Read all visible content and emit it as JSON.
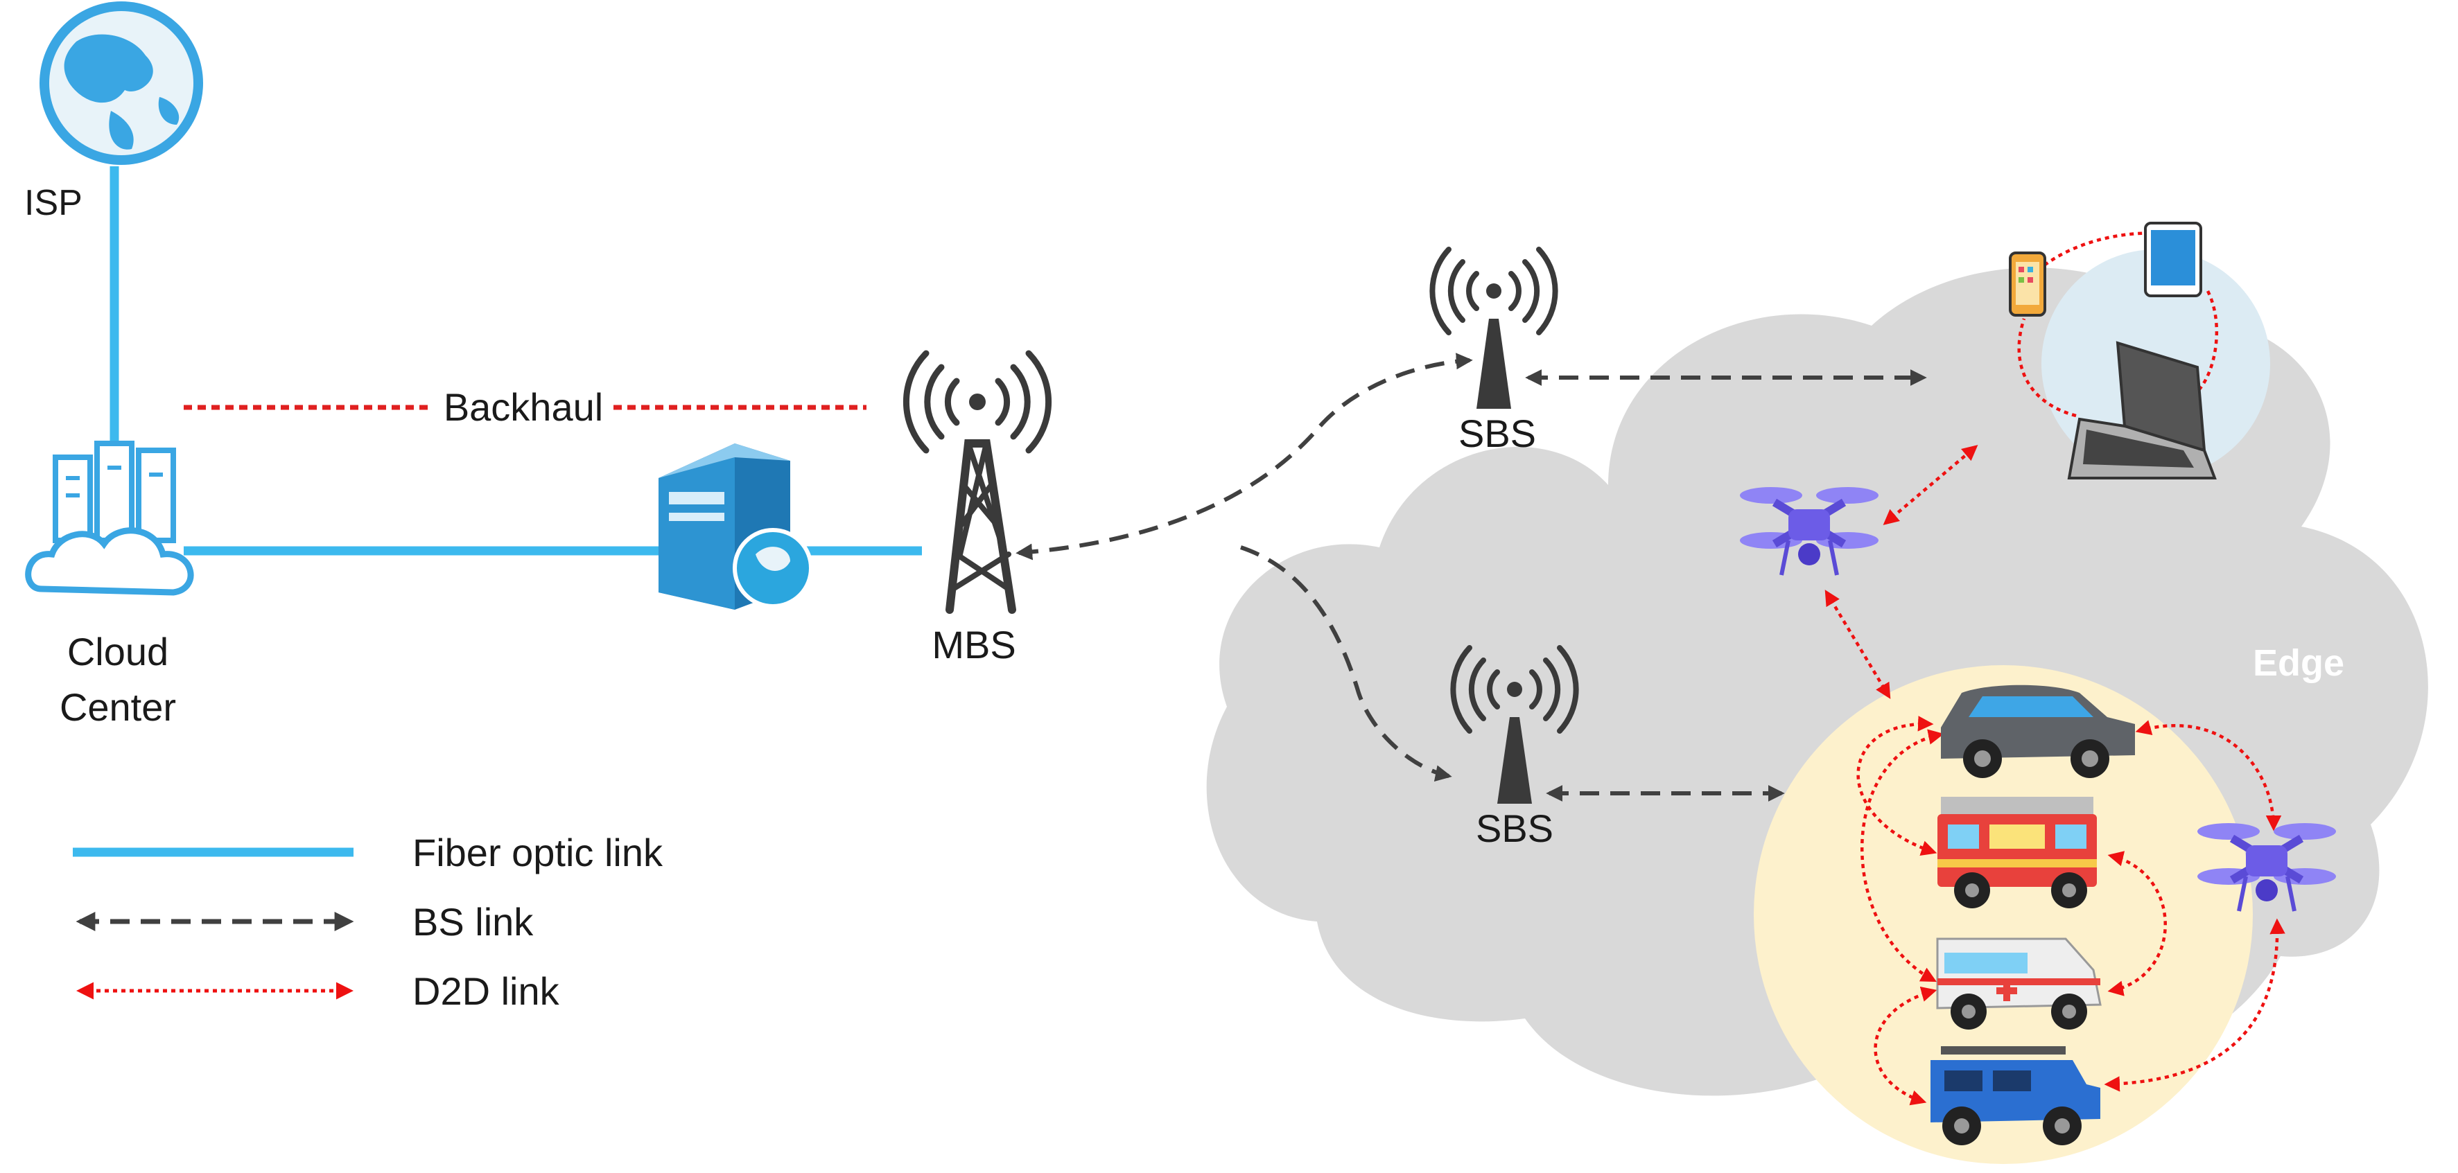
{
  "labels": {
    "isp": "ISP",
    "cloud_center_line1": "Cloud",
    "cloud_center_line2": "Center",
    "backhaul": "Backhaul",
    "mbs": "MBS",
    "sbs_top": "SBS",
    "sbs_bottom": "SBS",
    "edge": "Edge"
  },
  "legend": [
    {
      "label": "Fiber optic link",
      "style": "fiber"
    },
    {
      "label": "BS link",
      "style": "bs"
    },
    {
      "label": "D2D link",
      "style": "d2d"
    }
  ],
  "colors": {
    "fiber": "#3cb9ee",
    "bs_link": "#404040",
    "d2d_link": "#ee1111",
    "backhaul": "#e02020",
    "edge_cloud": "#d9d9d9",
    "device_group": "#dcebf3",
    "vehicle_group": "#fdf1cc",
    "drone": "#7b6cf0",
    "tower": "#3a3a3a"
  }
}
